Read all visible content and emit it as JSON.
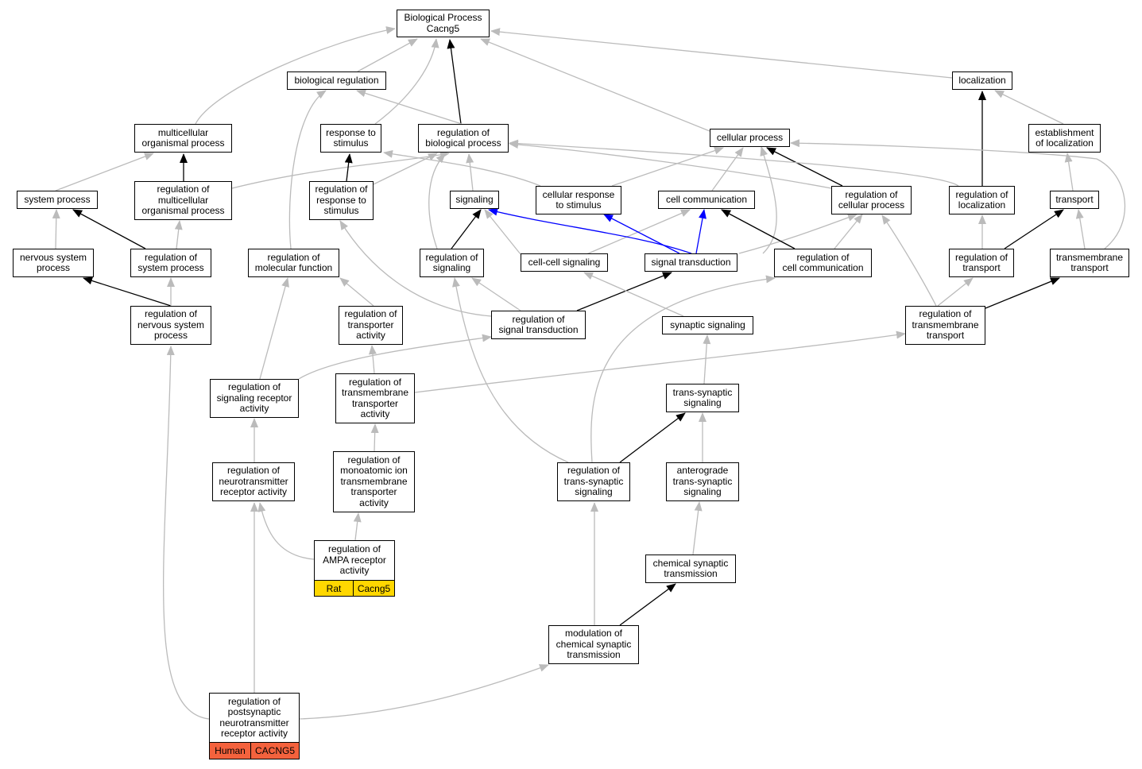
{
  "colors": {
    "rat": "#FFD700",
    "human": "#F4623D",
    "grey_edge": "#BBBBBB",
    "black_edge": "#000000",
    "blue_edge": "#0000FF"
  },
  "nodes": {
    "bp": "Biological Process\nCacng5",
    "biological_regulation": "biological regulation",
    "localization": "localization",
    "multicellular_organismal_process": "multicellular\norganismal process",
    "response_to_stimulus": "response to\nstimulus",
    "regulation_of_biological_process": "regulation of\nbiological process",
    "cellular_process": "cellular process",
    "establishment_of_localization": "establishment\nof localization",
    "system_process": "system process",
    "regulation_of_multicellular_organismal_process": "regulation of\nmulticellular\norganismal process",
    "regulation_of_response_to_stimulus": "regulation of\nresponse to\nstimulus",
    "signaling": "signaling",
    "cellular_response_to_stimulus": "cellular response\nto stimulus",
    "cell_communication": "cell communication",
    "regulation_of_cellular_process": "regulation of\ncellular process",
    "regulation_of_localization": "regulation of\nlocalization",
    "transport": "transport",
    "nervous_system_process": "nervous system\nprocess",
    "regulation_of_system_process": "regulation of\nsystem process",
    "regulation_of_molecular_function": "regulation of\nmolecular function",
    "regulation_of_signaling": "regulation of\nsignaling",
    "cell_cell_signaling": "cell-cell signaling",
    "signal_transduction": "signal transduction",
    "regulation_of_cell_communication": "regulation of\ncell communication",
    "regulation_of_transport": "regulation of\ntransport",
    "transmembrane_transport": "transmembrane\ntransport",
    "regulation_of_nervous_system_process": "regulation of\nnervous system\nprocess",
    "regulation_of_transporter_activity": "regulation of\ntransporter\nactivity",
    "regulation_of_signal_transduction": "regulation of\nsignal transduction",
    "synaptic_signaling": "synaptic signaling",
    "regulation_of_transmembrane_transport": "regulation of\ntransmembrane\ntransport",
    "regulation_of_signaling_receptor_activity": "regulation of\nsignaling receptor\nactivity",
    "regulation_of_transmembrane_transporter_activity": "regulation of\ntransmembrane\ntransporter\nactivity",
    "trans_synaptic_signaling": "trans-synaptic\nsignaling",
    "regulation_of_neurotransmitter_receptor_activity": "regulation of\nneurotransmitter\nreceptor activity",
    "regulation_of_monoatomic_ion_transmembrane_transporter_activity": "regulation of\nmonoatomic ion\ntransmembrane\ntransporter\nactivity",
    "regulation_of_trans_synaptic_signaling": "regulation of\ntrans-synaptic\nsignaling",
    "anterograde_trans_synaptic_signaling": "anterograde\ntrans-synaptic\nsignaling",
    "regulation_of_ampa_receptor_activity": "regulation of\nAMPA receptor\nactivity",
    "chemical_synaptic_transmission": "chemical synaptic\ntransmission",
    "modulation_of_chemical_synaptic_transmission": "modulation of\nchemical synaptic\ntransmission",
    "regulation_of_postsynaptic_neurotransmitter_receptor_activity": "regulation of\npostsynaptic\nneurotransmitter\nreceptor activity"
  },
  "annotations": {
    "rat": {
      "species": "Rat",
      "gene": "Cacng5"
    },
    "human": {
      "species": "Human",
      "gene": "CACNG5"
    }
  }
}
